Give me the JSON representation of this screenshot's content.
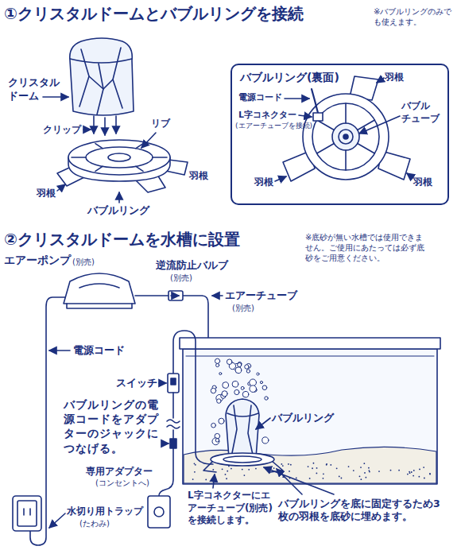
{
  "diagram": {
    "nodes": [
      {
        "text": [
          "バブルリング(裏面)"
        ]
      }
    ],
    "labels": [
      "①クリスタルドームとバブルリングを接続",
      "※バブルリングのみでも使えます。",
      "クリスタルドーム",
      "クリップ",
      "リブ",
      "羽根",
      "羽根",
      "バブルリング",
      "電源コード",
      "L字コネクター",
      "(エアーチューブを接続)",
      "羽根",
      "バブルチューブ",
      "羽根",
      "羽根",
      "②クリスタルドームを水槽に設置",
      "※底砂が無い水槽では使用できません。ご使用にあたっては必ず底砂をご用意ください。",
      "エアーポンプ",
      "(別売)",
      "逆流防止バルブ",
      "(別売)",
      "エアーチューブ",
      "(別売)",
      "電源コード",
      "スイッチ",
      "バブルリングの電源コードをアダプターのジャックにつなげる。",
      "バブルリング",
      "専用アダプター",
      "(コンセントへ)",
      "水切り用トラップ",
      "(たわみ)",
      "L字コネクターにエアーチューブ(別売)を接続します。",
      "バブルリングを底に固定するため3枚の羽根を底砂に埋めます。"
    ]
  }
}
